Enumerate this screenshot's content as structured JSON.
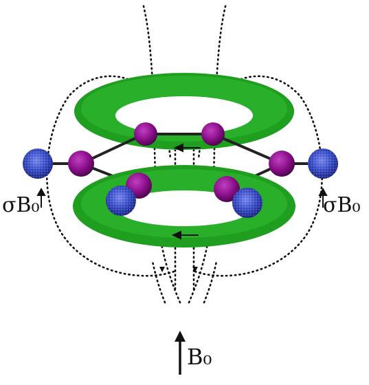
{
  "labels": {
    "sigma_b_left": "σB₀",
    "sigma_b_right": "σB₀",
    "b0": "B₀"
  },
  "colors": {
    "ring_current": "#1f9e1f",
    "ring_highlight": "#35c435",
    "carbon_atom": "#8b0f8b",
    "hydrogen_atom": "#3a4fc8",
    "field_lines": "#111111",
    "bonds": "#222222"
  },
  "icons": {
    "current_arrow": "left-arrow-icon",
    "field_arrow": "up-arrow-icon"
  }
}
